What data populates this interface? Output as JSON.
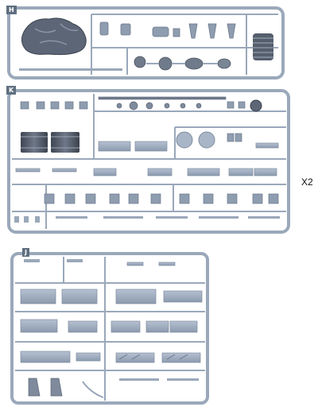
{
  "sheet": {
    "quantity_label": "X2",
    "frames": [
      {
        "id": "frame-H",
        "letter": "H"
      },
      {
        "id": "frame-K",
        "letter": "K"
      },
      {
        "id": "frame-J",
        "letter": "J"
      }
    ]
  },
  "colors": {
    "sprue": "#9aa8ba",
    "sprue_edge": "#7d8c9e",
    "part_fill": "#a9b6c7",
    "part_dark": "#6b778a",
    "tag_fill": "#5f6f80",
    "background": "#ffffff"
  }
}
